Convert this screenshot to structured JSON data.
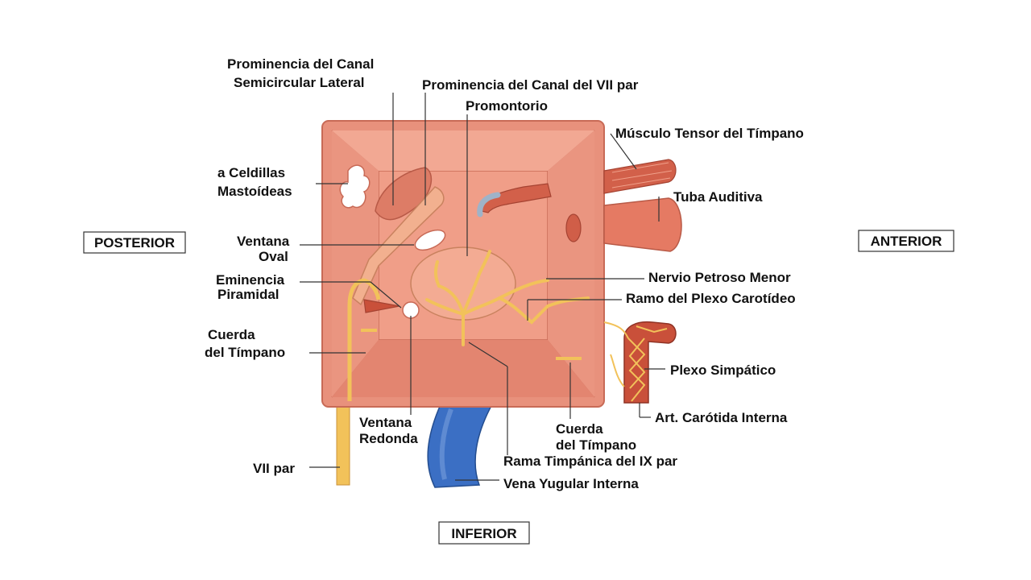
{
  "orientation": {
    "posterior": "POSTERIOR",
    "anterior": "ANTERIOR",
    "inferior": "INFERIOR"
  },
  "labels": {
    "canal_semicircular_line1": "Prominencia del Canal",
    "canal_semicircular_line2": "Semicircular Lateral",
    "canal_vii": "Prominencia del Canal del VII par",
    "promontorio": "Promontorio",
    "musculo_tensor": "Músculo Tensor del Tímpano",
    "celdillas_line1": "a Celdillas",
    "celdillas_line2": "Mastoídeas",
    "tuba_auditiva": "Tuba Auditiva",
    "ventana_oval_line1": "Ventana",
    "ventana_oval_line2": "Oval",
    "nervio_petroso": "Nervio Petroso Menor",
    "eminencia_line1": "Eminencia",
    "eminencia_line2": "Piramidal",
    "ramo_plexo": "Ramo del Plexo Carotídeo",
    "cuerda_left_line1": "Cuerda",
    "cuerda_left_line2": "del Tímpano",
    "plexo_simpatico": "Plexo Simpático",
    "ventana_redonda_line1": "Ventana",
    "ventana_redonda_line2": "Redonda",
    "art_carotida": "Art. Carótida Interna",
    "cuerda_right_line1": "Cuerda",
    "cuerda_right_line2": "del Tímpano",
    "vii_par": "VII par",
    "rama_timpanica": "Rama Timpánica del IX par",
    "vena_yugular": "Vena Yugular Interna"
  },
  "colors": {
    "wall": "#e8917c",
    "wall_dark": "#d66f5b",
    "nerve": "#f2c25a",
    "vein": "#3b6fc4",
    "artery": "#c9503a",
    "muscle": "#d2604a"
  }
}
